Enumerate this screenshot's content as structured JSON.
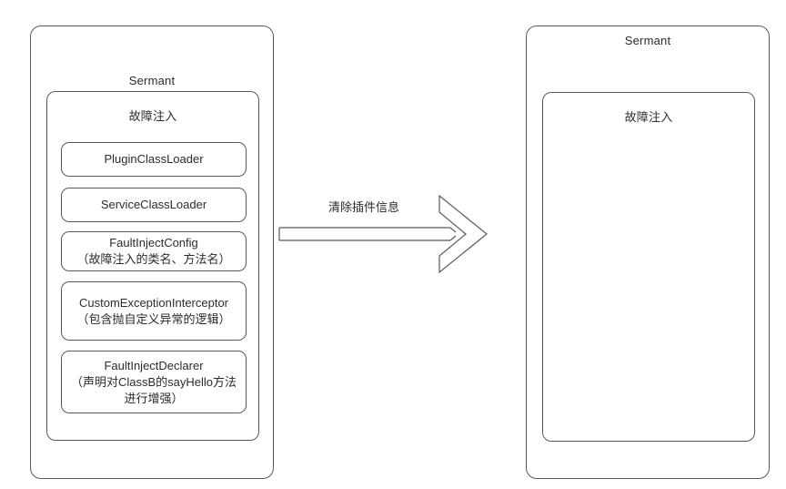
{
  "diagram": {
    "background": "#ffffff",
    "stroke_color": "#5a5a5a",
    "text_color": "#2b2b2b"
  },
  "left_panel": {
    "title": "Sermant",
    "inner": {
      "title": "故障注入",
      "items": [
        {
          "lines": [
            "PluginClassLoader"
          ]
        },
        {
          "lines": [
            "ServiceClassLoader"
          ]
        },
        {
          "lines": [
            "FaultInjectConfig",
            "（故障注入的类名、方法名）"
          ]
        },
        {
          "lines": [
            "CustomExceptionInterceptor",
            "（包含抛自定义异常的逻辑）"
          ]
        },
        {
          "lines": [
            "FaultInjectDeclarer",
            "（声明对ClassB的sayHello方法进行增强）"
          ]
        }
      ]
    }
  },
  "arrow": {
    "label": "清除插件信息",
    "direction": "right",
    "style": "outlined-chevron"
  },
  "right_panel": {
    "title": "Sermant",
    "inner": {
      "title": "故障注入",
      "items": []
    }
  }
}
